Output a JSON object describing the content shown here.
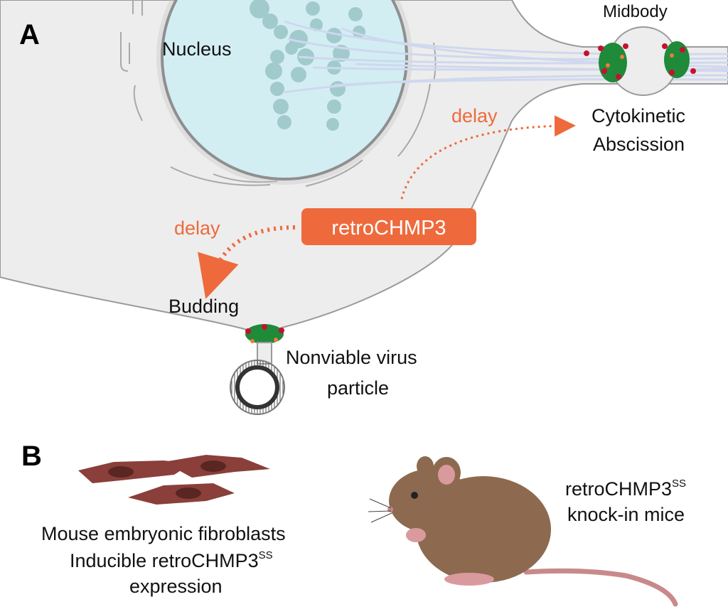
{
  "panel_a": {
    "letter": "A",
    "nucleus_label": "Nucleus",
    "midbody_label": "Midbody",
    "abscission_label_line1": "Cytokinetic",
    "abscission_label_line2": "Abscission",
    "delay_top": "delay",
    "delay_left": "delay",
    "center_box": "retroCHMP3",
    "budding_label": "Budding",
    "virus_label_line1": "Nonviable virus",
    "virus_label_line2": "particle"
  },
  "panel_b": {
    "letter": "B",
    "fibro_line1": "Mouse embryonic fibroblasts",
    "fibro_line2": "Inducible retroCHMP3",
    "fibro_line2_sup": "SS",
    "fibro_line3": "expression",
    "mice_line1": "retroCHMP3",
    "mice_line1_sup": "SS",
    "mice_line2": "knock-in mice"
  },
  "colors": {
    "accent_orange": "#ee6a3c",
    "cell_gray": "#ededed",
    "nucleus_blue": "#d3eef3",
    "escrt_green": "#1f8a3a",
    "fibroblast": "#8a3f3a",
    "mouse_brown": "#8d6a4f"
  }
}
